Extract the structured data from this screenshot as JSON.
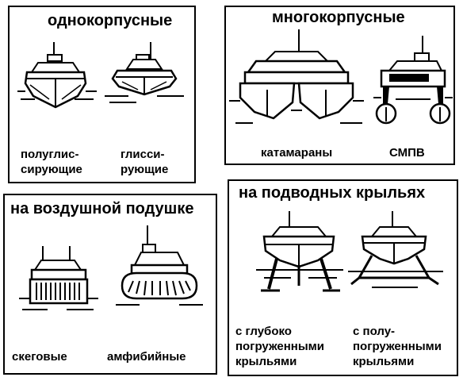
{
  "panels": {
    "monohull": {
      "title": "однокорпусные",
      "labels": [
        {
          "line1": "полуглис-",
          "line2": "сирующие"
        },
        {
          "line1": "глисси-",
          "line2": "рующие"
        }
      ]
    },
    "multihull": {
      "title": "многокорпусные",
      "labels": [
        {
          "line1": "катамараны"
        },
        {
          "line1": "СМПВ"
        }
      ]
    },
    "aircushion": {
      "title": "на воздушной подушке",
      "labels": [
        {
          "line1": "скеговые"
        },
        {
          "line1": "амфибийные"
        }
      ]
    },
    "hydrofoil": {
      "title": "на подводных крыльях",
      "labels": [
        {
          "line1": "с глубоко",
          "line2": "погруженными",
          "line3": "крыльями"
        },
        {
          "line1": "с полу-",
          "line2": "погруженными",
          "line3": "крыльями"
        }
      ]
    }
  }
}
